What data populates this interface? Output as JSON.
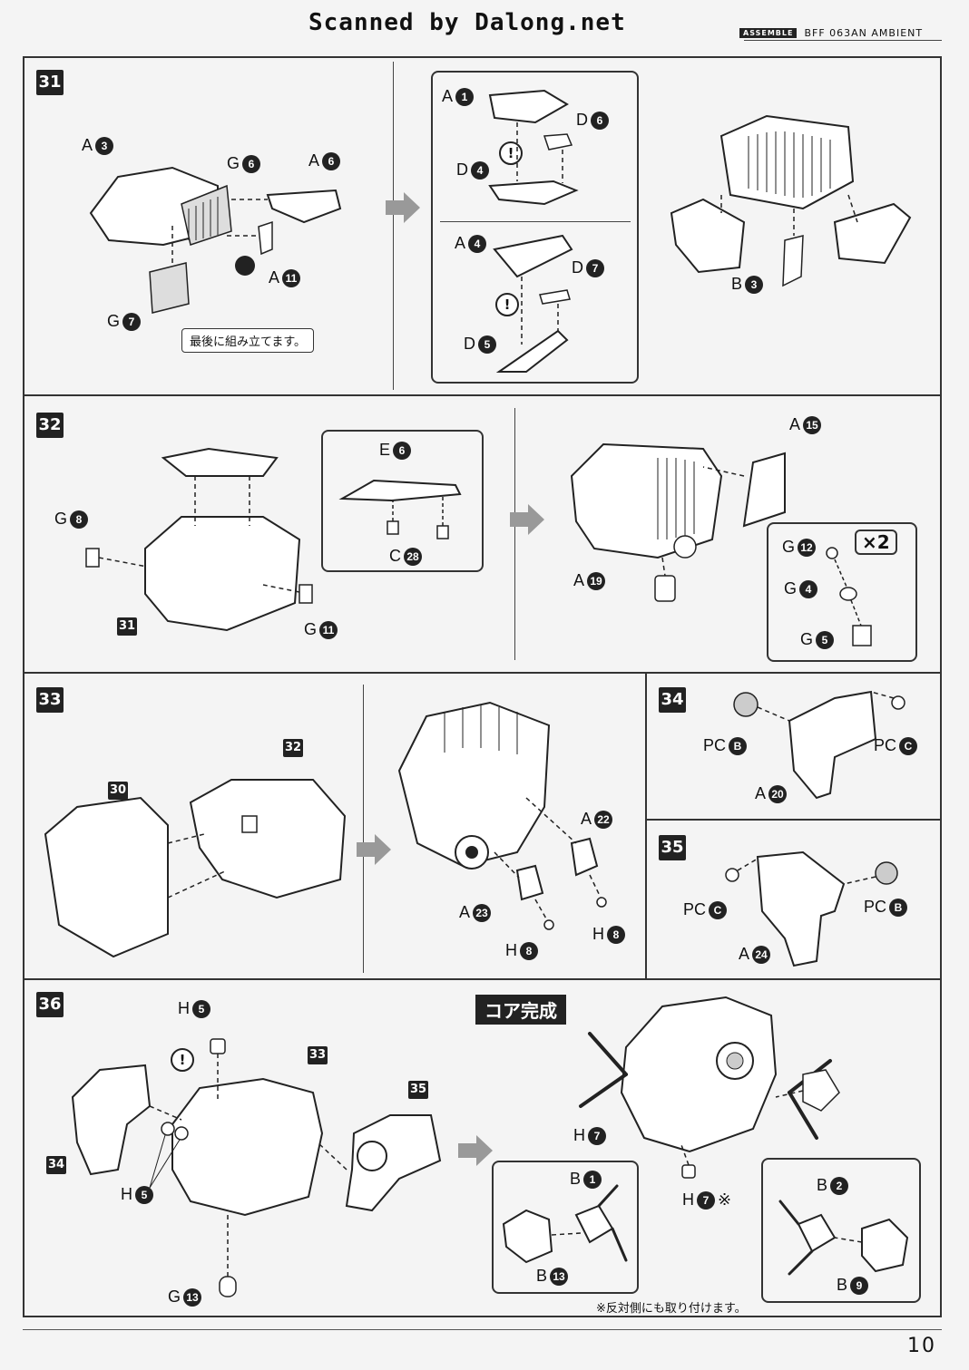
{
  "header": {
    "scanned_by": "Scanned by Dalong.net",
    "assemble_tag": "ASSEMBLE",
    "model": "BFF 063AN AMBIENT"
  },
  "steps": {
    "s31": {
      "number": "31",
      "labels": {
        "a3": {
          "letter": "A",
          "num": "3"
        },
        "g6": {
          "letter": "G",
          "num": "6"
        },
        "a6": {
          "letter": "A",
          "num": "6"
        },
        "a11": {
          "letter": "A",
          "num": "11"
        },
        "g7": {
          "letter": "G",
          "num": "7"
        },
        "a1": {
          "letter": "A",
          "num": "1"
        },
        "d6": {
          "letter": "D",
          "num": "6"
        },
        "d4": {
          "letter": "D",
          "num": "4"
        },
        "a4": {
          "letter": "A",
          "num": "4"
        },
        "d7": {
          "letter": "D",
          "num": "7"
        },
        "d5": {
          "letter": "D",
          "num": "5"
        },
        "b3": {
          "letter": "B",
          "num": "3"
        }
      },
      "note": "最後に組み立てます。"
    },
    "s32": {
      "number": "32",
      "labels": {
        "g8": {
          "letter": "G",
          "num": "8"
        },
        "e6": {
          "letter": "E",
          "num": "6"
        },
        "c28": {
          "letter": "C",
          "num": "28"
        },
        "g11": {
          "letter": "G",
          "num": "11"
        },
        "a15": {
          "letter": "A",
          "num": "15"
        },
        "a19": {
          "letter": "A",
          "num": "19"
        },
        "g12": {
          "letter": "G",
          "num": "12"
        },
        "g4": {
          "letter": "G",
          "num": "4"
        },
        "g5": {
          "letter": "G",
          "num": "5"
        }
      },
      "ref": "31",
      "multiplier": "×2"
    },
    "s33": {
      "number": "33",
      "ref30": "30",
      "ref32": "32",
      "labels": {
        "a22": {
          "letter": "A",
          "num": "22"
        },
        "a23": {
          "letter": "A",
          "num": "23"
        },
        "h8a": {
          "letter": "H",
          "num": "8"
        },
        "h8b": {
          "letter": "H",
          "num": "8"
        }
      }
    },
    "s34": {
      "number": "34",
      "labels": {
        "pcb": {
          "letter": "PC",
          "num": "B"
        },
        "pcc": {
          "letter": "PC",
          "num": "C"
        },
        "a20": {
          "letter": "A",
          "num": "20"
        }
      }
    },
    "s35": {
      "number": "35",
      "labels": {
        "pcc": {
          "letter": "PC",
          "num": "C"
        },
        "pcb": {
          "letter": "PC",
          "num": "B"
        },
        "a24": {
          "letter": "A",
          "num": "24"
        }
      }
    },
    "s36": {
      "number": "36",
      "ref33": "33",
      "ref34": "34",
      "ref35": "35",
      "labels": {
        "h5top": {
          "letter": "H",
          "num": "5"
        },
        "h5": {
          "letter": "H",
          "num": "5"
        },
        "g13": {
          "letter": "G",
          "num": "13"
        }
      }
    },
    "core": {
      "title": "コア完成",
      "labels": {
        "h7": {
          "letter": "H",
          "num": "7"
        },
        "h7x": {
          "letter": "H",
          "num": "7"
        },
        "b1": {
          "letter": "B",
          "num": "1"
        },
        "b13": {
          "letter": "B",
          "num": "13"
        },
        "b2": {
          "letter": "B",
          "num": "2"
        },
        "b9": {
          "letter": "B",
          "num": "9"
        }
      },
      "h7_suffix": "※",
      "footnote": "※反対側にも取り付けます。"
    }
  },
  "warning_glyph": "!",
  "page_number": "10"
}
